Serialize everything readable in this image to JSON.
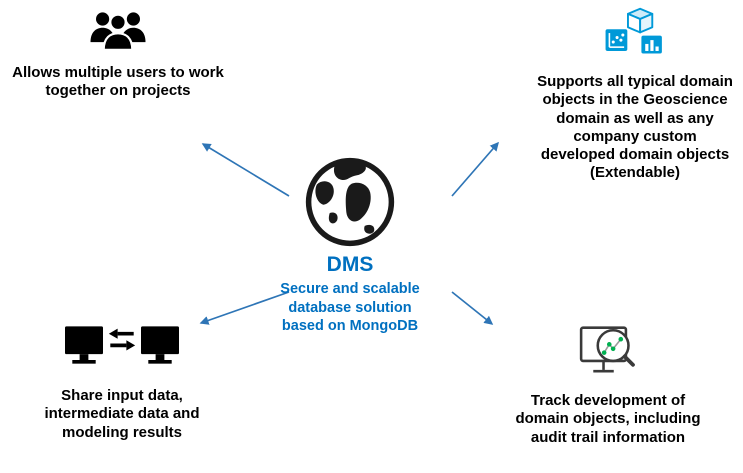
{
  "diagram": {
    "center": {
      "title": "DMS",
      "subtitle": "Secure and scalable database solution based on MongoDB",
      "icon": "globe-icon"
    },
    "nodes": {
      "top_left": {
        "label": "Allows multiple users to work together on projects",
        "icon": "users-group-icon"
      },
      "top_right": {
        "label": "Supports all typical domain objects in the Geoscience domain as well as any company custom developed domain objects (Extendable)",
        "icon": "domain-objects-cube-charts-icon"
      },
      "bottom_left": {
        "label": "Share input data, intermediate data and modeling results",
        "icon": "share-monitors-icon"
      },
      "bottom_right": {
        "label": "Track development of domain objects, including audit trail information",
        "icon": "audit-trail-monitor-icon"
      }
    },
    "colors": {
      "accent_text": "#0070C0",
      "arrow": "#2E75B6",
      "icon_blue": "#0099D8",
      "icon_green": "#00B050",
      "icon_black": "#000000",
      "text": "#000000"
    }
  }
}
